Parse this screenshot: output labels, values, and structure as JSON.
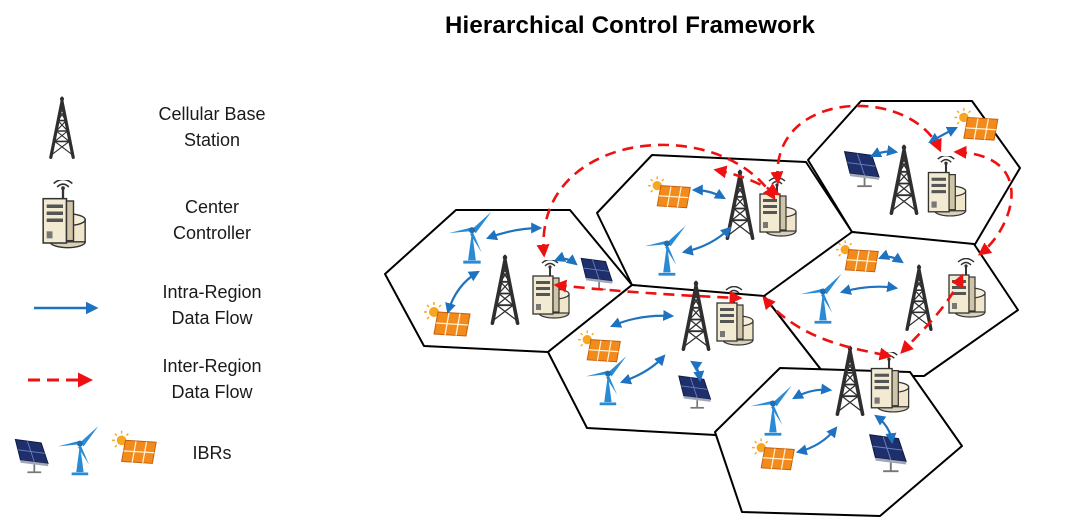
{
  "title": "Hierarchical Control Framework",
  "legend": [
    {
      "key": "base_station",
      "icon": "cell-tower-icon",
      "lines": [
        "Cellular Base",
        "Station"
      ]
    },
    {
      "key": "controller",
      "icon": "center-controller-icon",
      "lines": [
        "Center",
        "Controller"
      ]
    },
    {
      "key": "intra",
      "icon": "blue-solid-arrow-icon",
      "lines": [
        "Intra-Region",
        "Data Flow"
      ]
    },
    {
      "key": "inter",
      "icon": "red-dashed-arrow-icon",
      "lines": [
        "Inter-Region",
        "Data Flow"
      ]
    },
    {
      "key": "ibrs",
      "icon": "ibr-icons",
      "lines": [
        "IBRs"
      ]
    }
  ],
  "colors": {
    "intra_flow": "#1f72c0",
    "inter_flow": "#ee1111",
    "tower": "#2f2f2f",
    "solar": "#f28a1c",
    "wind": "#2a8bd4",
    "panel": "#1e2f6b",
    "hex_stroke": "#000000"
  },
  "regions": [
    {
      "id": "left",
      "contains": [
        "wind-turbine-icon",
        "solar-panel-icon",
        "pv-panel-icon"
      ]
    },
    {
      "id": "top",
      "contains": [
        "solar-panel-icon",
        "wind-turbine-icon"
      ]
    },
    {
      "id": "top-right",
      "contains": [
        "pv-panel-icon",
        "solar-panel-icon"
      ]
    },
    {
      "id": "center",
      "contains": [
        "wind-turbine-icon",
        "solar-panel-icon",
        "pv-panel-icon"
      ]
    },
    {
      "id": "right",
      "contains": [
        "solar-panel-icon",
        "wind-turbine-icon"
      ]
    },
    {
      "id": "bottom",
      "contains": [
        "wind-turbine-icon",
        "solar-panel-icon",
        "pv-panel-icon"
      ]
    }
  ]
}
